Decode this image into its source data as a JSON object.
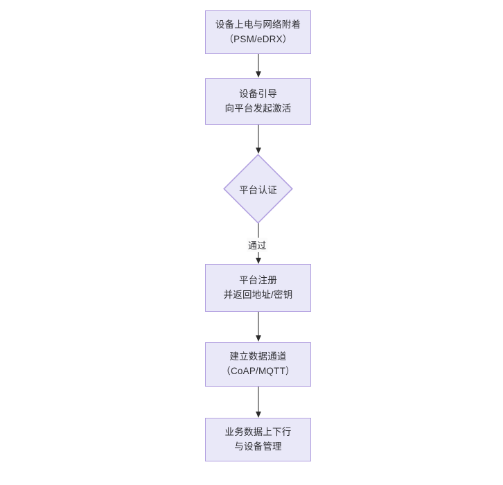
{
  "diagram": {
    "type": "flowchart",
    "orientation": "top-to-bottom",
    "colors": {
      "node_fill": "#e9e8f8",
      "node_border": "#b2a0e0",
      "text": "#2f2f33",
      "edge_line": "#444444",
      "background": "#ffffff"
    },
    "nodes": [
      {
        "id": "n1",
        "shape": "rectangle",
        "lines": [
          "设备上电与网络附着",
          "（PSM/eDRX）"
        ]
      },
      {
        "id": "n2",
        "shape": "rectangle",
        "lines": [
          "设备引导",
          "向平台发起激活"
        ]
      },
      {
        "id": "n3",
        "shape": "diamond",
        "lines": [
          "平台认证"
        ]
      },
      {
        "id": "n4",
        "shape": "rectangle",
        "lines": [
          "平台注册",
          "并返回地址/密钥"
        ]
      },
      {
        "id": "n5",
        "shape": "rectangle",
        "lines": [
          "建立数据通道",
          "（CoAP/MQTT）"
        ]
      },
      {
        "id": "n6",
        "shape": "rectangle",
        "lines": [
          "业务数据上下行",
          "与设备管理"
        ]
      }
    ],
    "edges": [
      {
        "id": "e1",
        "from": "n1",
        "to": "n2",
        "label": ""
      },
      {
        "id": "e2",
        "from": "n2",
        "to": "n3",
        "label": ""
      },
      {
        "id": "e3",
        "from": "n3",
        "to": "n4",
        "label": "通过"
      },
      {
        "id": "e4",
        "from": "n4",
        "to": "n5",
        "label": ""
      },
      {
        "id": "e5",
        "from": "n5",
        "to": "n6",
        "label": ""
      }
    ]
  }
}
